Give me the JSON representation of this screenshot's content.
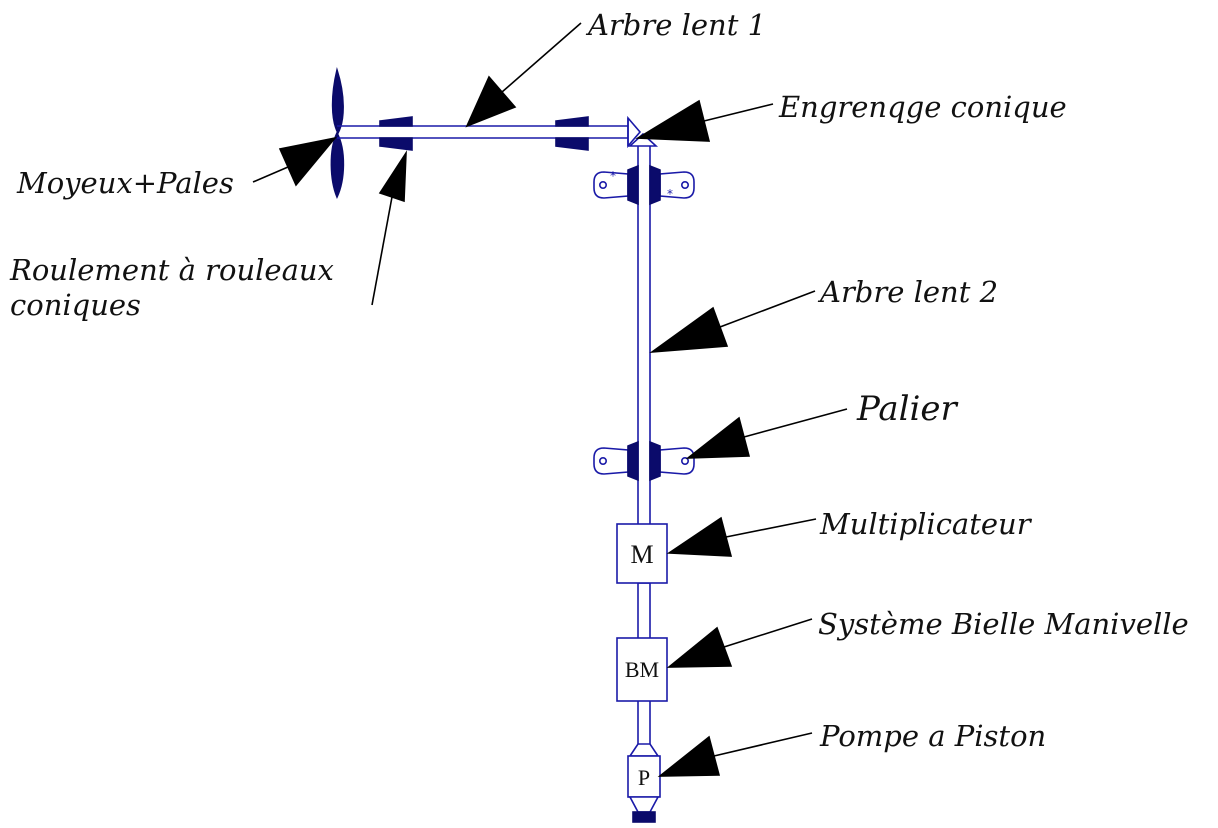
{
  "labels": {
    "arbre_lent_1": "Arbre lent 1",
    "engrenage": "Engrenqge conique",
    "moyeux": "Moyeux+Pales",
    "roulement_line1": "Roulement à rouleaux",
    "roulement_line2": "coniques",
    "arbre_lent_2": "Arbre lent 2",
    "palier": "Palier",
    "multiplicateur": "Multiplicateur",
    "bielle": "Système Bielle Manivelle",
    "pompe": "Pompe a Piston"
  },
  "boxes": {
    "multiplicateur": "M",
    "bielle": "BM",
    "pompe": "P"
  },
  "colors": {
    "mechanism": "#1a1aa8",
    "mechanism_dark": "#0b0b6b",
    "arrow": "#000000",
    "text": "#111111"
  }
}
